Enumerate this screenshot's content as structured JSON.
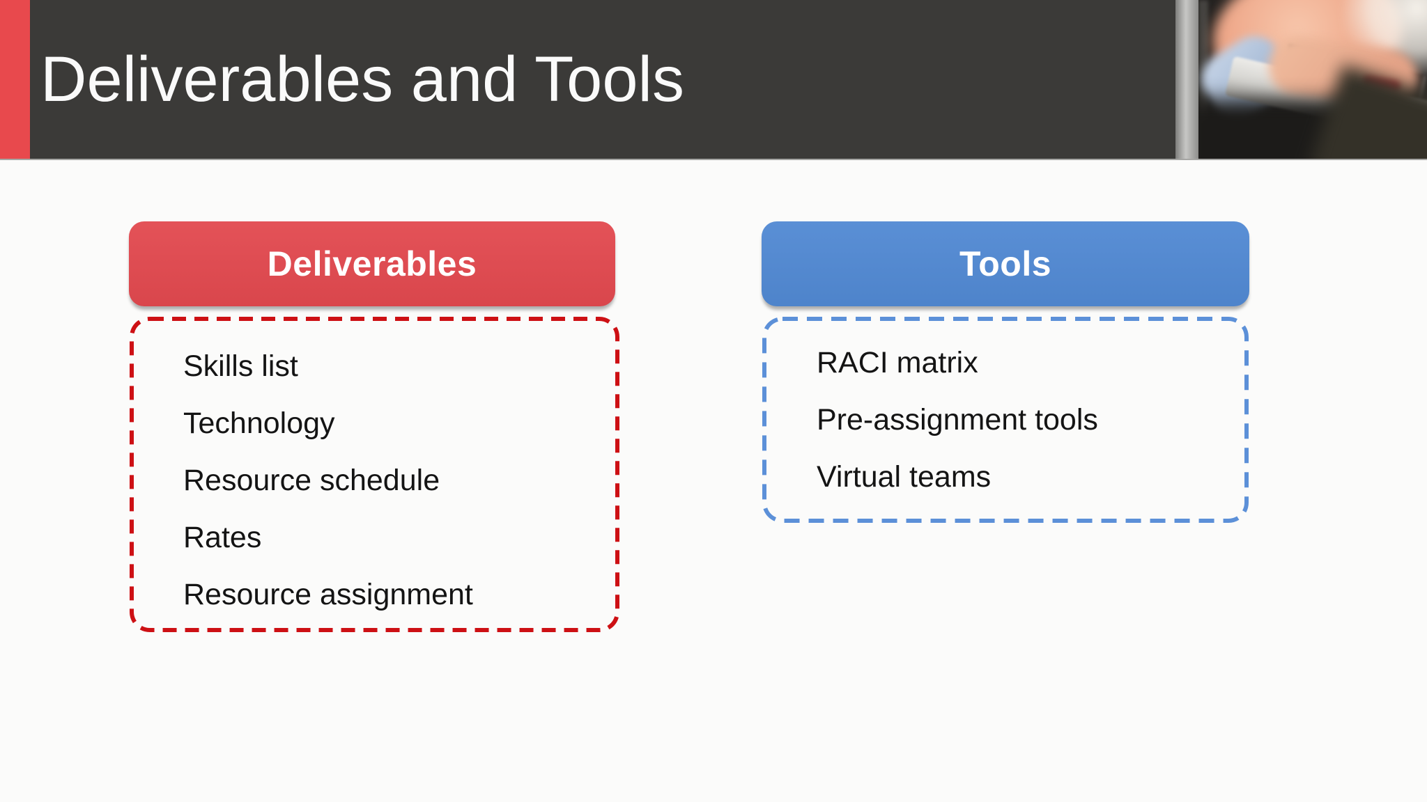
{
  "slide": {
    "title": "Deliverables and Tools",
    "background_color": "#FBFBFA",
    "header": {
      "bar_color": "#3B3A38",
      "accent_stripe_color": "#E8494D",
      "photo_alt": "Hands typing on a laptop keyboard"
    },
    "columns": [
      {
        "header_label": "Deliverables",
        "header_color": "#E2494F",
        "border_color": "#CD1014",
        "items": [
          "Skills list",
          "Technology",
          "Resource schedule",
          "Rates",
          "Resource assignment"
        ]
      },
      {
        "header_label": "Tools",
        "header_color": "#5189D3",
        "border_color": "#5C90D8",
        "items": [
          "RACI matrix",
          "Pre-assignment tools",
          "Virtual teams"
        ]
      }
    ]
  }
}
